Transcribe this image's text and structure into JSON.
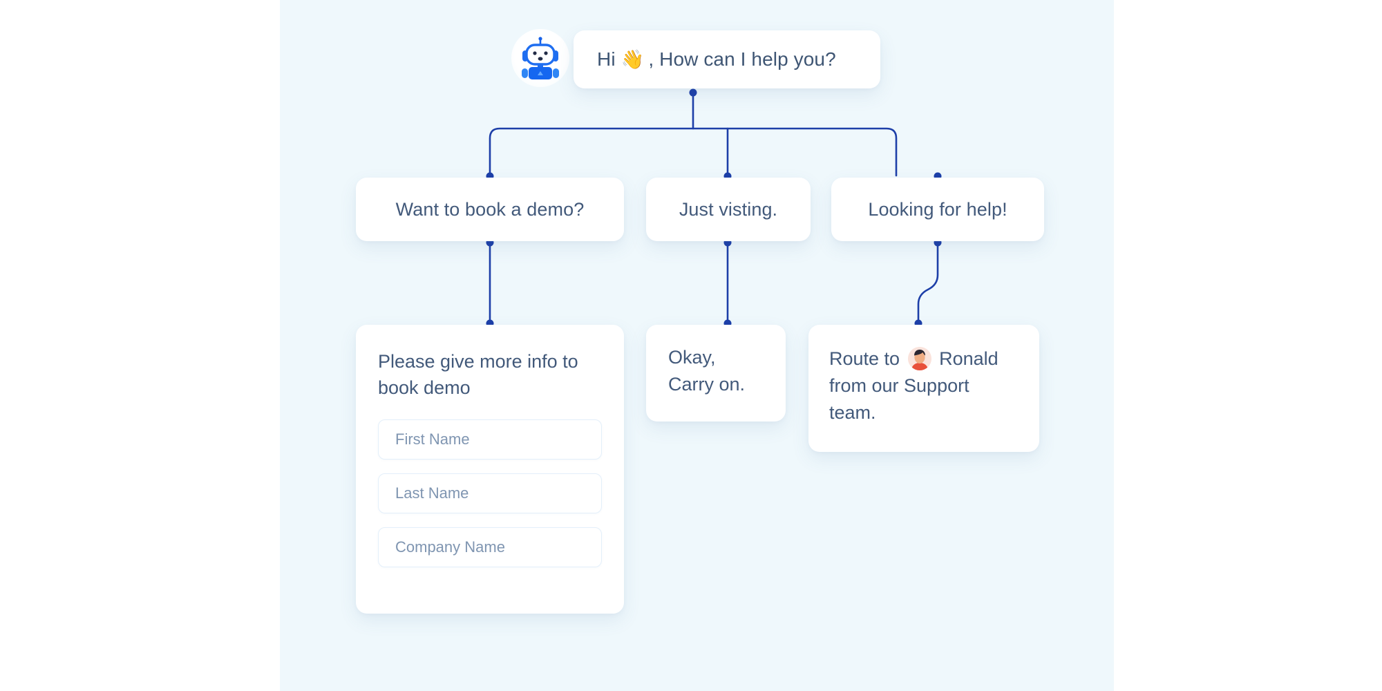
{
  "canvas": {
    "background_color": "#eff8fc",
    "page_background_color": "#ffffff",
    "connector_color": "#1d3fa8",
    "node_background_color": "#ffffff",
    "text_color": "#42597a"
  },
  "bot": {
    "avatar_icon": "robot-avatar-icon",
    "greeting_prefix": "Hi",
    "greeting_emoji": "👋",
    "greeting_suffix": ", How can I help you?",
    "greeting_full": "Hi 👋, How can I help you?"
  },
  "choices": [
    {
      "id": "demo",
      "label": "Want to book a demo?"
    },
    {
      "id": "visit",
      "label": "Just visting."
    },
    {
      "id": "help",
      "label": "Looking for help!"
    }
  ],
  "form": {
    "title": "Please give more info to book demo",
    "fields": [
      {
        "id": "first-name",
        "placeholder": "First Name",
        "value": ""
      },
      {
        "id": "last-name",
        "placeholder": "Last Name",
        "value": ""
      },
      {
        "id": "company-name",
        "placeholder": "Company Name",
        "value": ""
      }
    ]
  },
  "okay_card": {
    "line1": "Okay,",
    "line2": "Carry on."
  },
  "route_card": {
    "prefix": "Route to",
    "agent_avatar_icon": "person-avatar-icon",
    "agent_name": "Ronald",
    "suffix": "from  our Support team.",
    "full_text": "Route to 👨 Ronald from our Support team."
  },
  "connections": [
    {
      "from": "greeting-bubble",
      "to": "node-demo"
    },
    {
      "from": "greeting-bubble",
      "to": "node-visit"
    },
    {
      "from": "greeting-bubble",
      "to": "node-help"
    },
    {
      "from": "node-demo",
      "to": "form-card"
    },
    {
      "from": "node-visit",
      "to": "okay-card"
    },
    {
      "from": "node-help",
      "to": "route-card"
    }
  ]
}
